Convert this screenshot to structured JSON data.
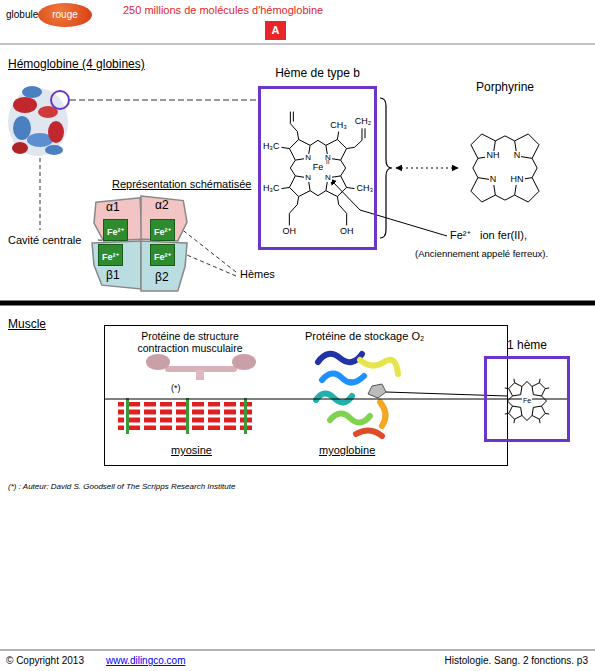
{
  "diagram": {
    "nodes": [
      {
        "text": [
          "rouge"
        ]
      },
      {
        "text": [
          "A"
        ]
      },
      {
        "text": [
          "Hème de type b"
        ]
      },
      {
        "text": [
          "α1"
        ]
      },
      {
        "text": [
          "Fe²⁺"
        ],
        "in": 3
      },
      {
        "text": [
          "α2"
        ]
      },
      {
        "text": [
          "Fe²⁺"
        ],
        "in": 5
      },
      {
        "text": [
          "β1"
        ]
      },
      {
        "text": [
          "Fe²⁺"
        ],
        "in": 7
      },
      {
        "text": [
          "β2"
        ]
      },
      {
        "text": [
          "Fe²⁺"
        ],
        "in": 9
      },
      {
        "text": [
          "Protéine de structure contraction musculaire",
          "(*)",
          "myosine",
          "Protéine de stockage O₂",
          "myoglobine"
        ]
      },
      {
        "text": [
          "1 hème"
        ]
      }
    ],
    "edges": [
      {
        "from": 11,
        "to": 12,
        "arrow": "none"
      }
    ],
    "labels": [
      "globule",
      "250 millions de molécules d'hémoglobine",
      "Hémoglobine (4 globines)",
      "Porphyrine",
      "Représentation schématisée",
      "Cavité centrale",
      "Hèmes",
      "Fe²⁺",
      "ion fer(II),",
      "(Anciennement appelé ferreux).",
      "Muscle",
      "(*) : Auteur: David S. Goodsell of The Scripps Research Institute",
      "© Copyright 2013",
      "www.dilingco.com",
      "Histologie. Sang. 2 fonctions. p3",
      "H₃C",
      "H₃C",
      "CH₃",
      "CH₃",
      "CH₂",
      "N",
      "N",
      "N",
      "N",
      "Fe",
      "II",
      "OH",
      "OH",
      "NH",
      "N",
      "N",
      "HN",
      "Fe"
    ]
  }
}
